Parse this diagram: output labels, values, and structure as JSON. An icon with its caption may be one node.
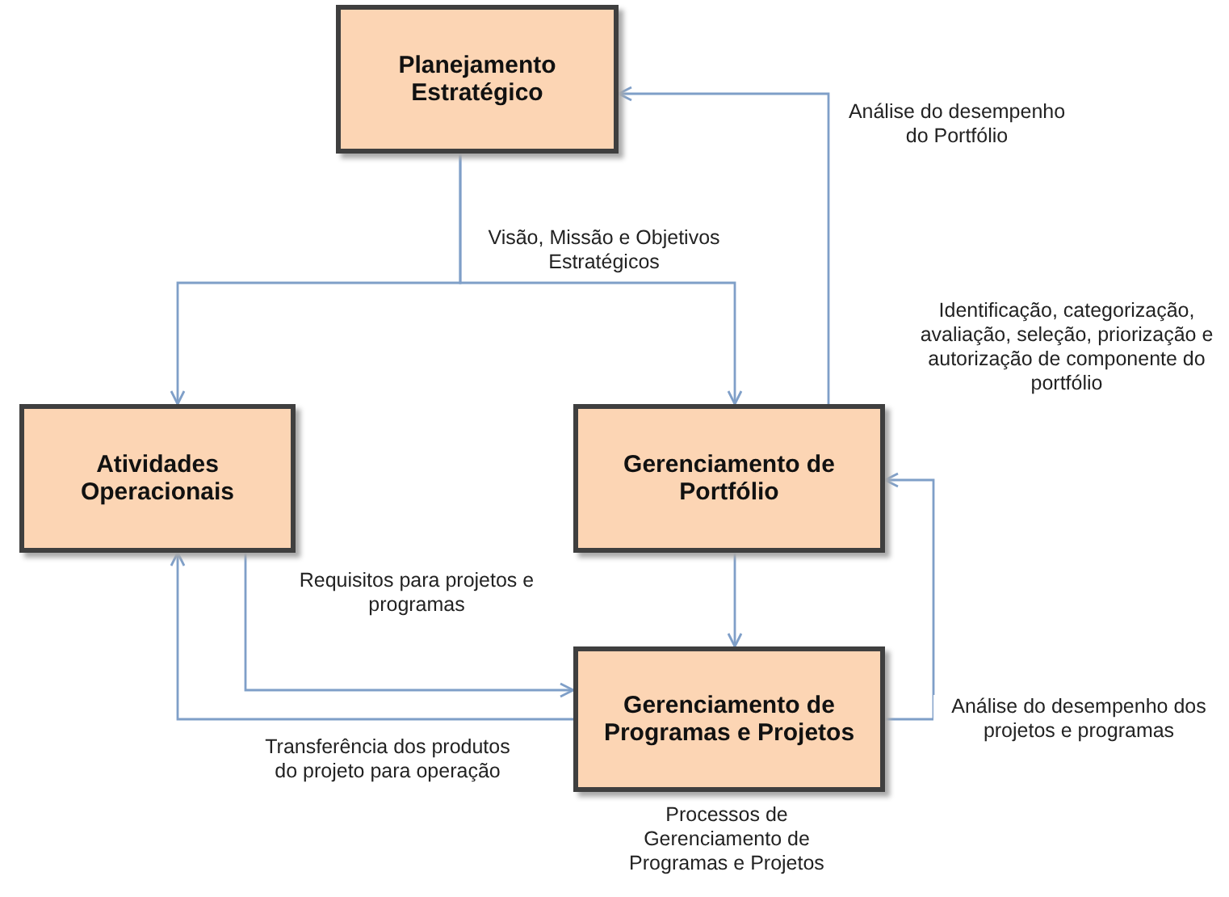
{
  "diagram": {
    "nodes": [
      {
        "text": [
          "Planejamento Estratégico"
        ]
      },
      {
        "text": [
          "Atividades Operacionais"
        ]
      },
      {
        "text": [
          "Gerenciamento de Portfólio"
        ],
        "beside": [
          "Identificação, categorização, avaliação, seleção, priorização e autorização de componente do portfólio"
        ]
      },
      {
        "text": [
          "Gerenciamento de Programas e Projetos"
        ],
        "beside": [
          "Processos de Gerenciamento de Programas e Projetos"
        ]
      }
    ],
    "edges": [
      {
        "from": 0,
        "to": 1,
        "arrow": "to"
      },
      {
        "from": 0,
        "to": 2,
        "arrow": "to",
        "label": "Visão, Missão e Objetivos Estratégicos"
      },
      {
        "from": 2,
        "to": 0,
        "arrow": "to",
        "label": "Análise do desempenho do Portfólio"
      },
      {
        "from": 2,
        "to": 3,
        "arrow": "to"
      },
      {
        "from": 3,
        "to": 2,
        "arrow": "to",
        "label": "Análise do desempenho dos projetos e programas"
      },
      {
        "from": 1,
        "to": 3,
        "arrow": "to",
        "label": "Requisitos para projetos e programas"
      },
      {
        "from": 3,
        "to": 1,
        "arrow": "to",
        "label": "Transferência dos produtos do projeto para operação"
      }
    ]
  }
}
